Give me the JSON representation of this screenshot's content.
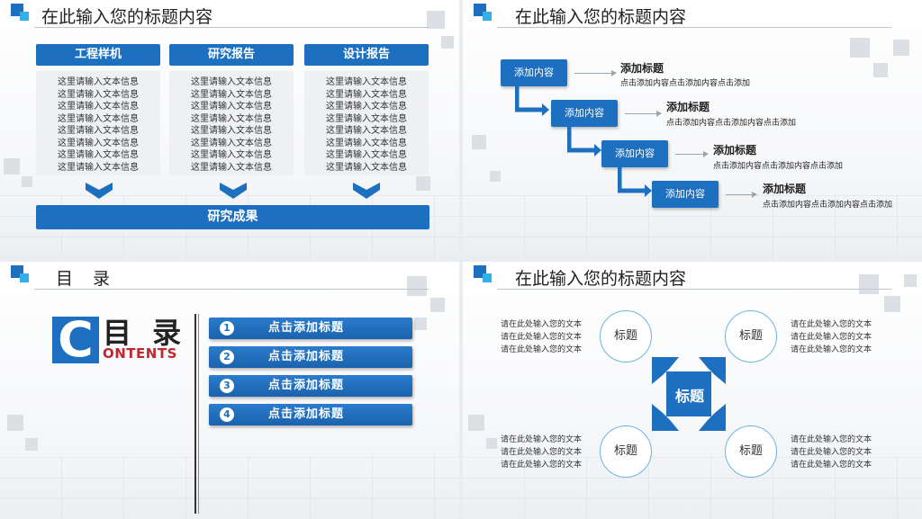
{
  "slide1": {
    "title": "在此输入您的标题内容",
    "columns": [
      {
        "header": "工程样机",
        "lines": [
          "这里请输入文本信息",
          "这里请输入文本信息",
          "这里请输入文本信息",
          "这里请输入文本信息",
          "这里请输入文本信息",
          "这里请输入文本信息",
          "这里请输入文本信息",
          "这里请输入文本信息"
        ]
      },
      {
        "header": "研究报告",
        "lines": [
          "这里请输入文本信息",
          "这里请输入文本信息",
          "这里请输入文本信息",
          "这里请输入文本信息",
          "这里请输入文本信息",
          "这里请输入文本信息",
          "这里请输入文本信息",
          "这里请输入文本信息"
        ]
      },
      {
        "header": "设计报告",
        "lines": [
          "这里请输入文本信息",
          "这里请输入文本信息",
          "这里请输入文本信息",
          "这里请输入文本信息",
          "这里请输入文本信息",
          "这里请输入文本信息",
          "这里请输入文本信息",
          "这里请输入文本信息"
        ]
      }
    ],
    "result": "研究成果"
  },
  "slide2": {
    "title": "在此输入您的标题内容",
    "steps": [
      {
        "box": "添加内容",
        "title": "添加标题",
        "desc": "点击添加内容点击添加内容点击添加"
      },
      {
        "box": "添加内容",
        "title": "添加标题",
        "desc": "点击添加内容点击添加内容点击添加"
      },
      {
        "box": "添加内容",
        "title": "添加标题",
        "desc": "点击添加内容点击添加内容点击添加"
      },
      {
        "box": "添加内容",
        "title": "添加标题",
        "desc": "点击添加内容点击添加内容点击添加"
      }
    ]
  },
  "slide3": {
    "title": "目 录",
    "logo_letter": "C",
    "heading": "目 录",
    "subheading": "ONTENTS",
    "items": [
      {
        "num": "1",
        "label": "点击添加标题"
      },
      {
        "num": "2",
        "label": "点击添加标题"
      },
      {
        "num": "3",
        "label": "点击添加标题"
      },
      {
        "num": "4",
        "label": "点击添加标题"
      }
    ]
  },
  "slide4": {
    "title": "在此输入您的标题内容",
    "center": "标题",
    "circles": [
      "标题",
      "标题",
      "标题",
      "标题"
    ],
    "text_tl": [
      "请在此处输入您的文本",
      "请在此处输入您的文本",
      "请在此处输入您的文本"
    ],
    "text_tr": [
      "请在此处输入您的文本",
      "请在此处输入您的文本",
      "请在此处输入您的文本"
    ],
    "text_bl": [
      "请在此处输入您的文本",
      "请在此处输入您的文本",
      "请在此处输入您的文本"
    ],
    "text_br": [
      "请在此处输入您的文本",
      "请在此处输入您的文本",
      "请在此处输入您的文本"
    ]
  },
  "colors": {
    "primary": "#1d6fc0",
    "accent": "#33b0ea",
    "red": "#c1272d"
  }
}
